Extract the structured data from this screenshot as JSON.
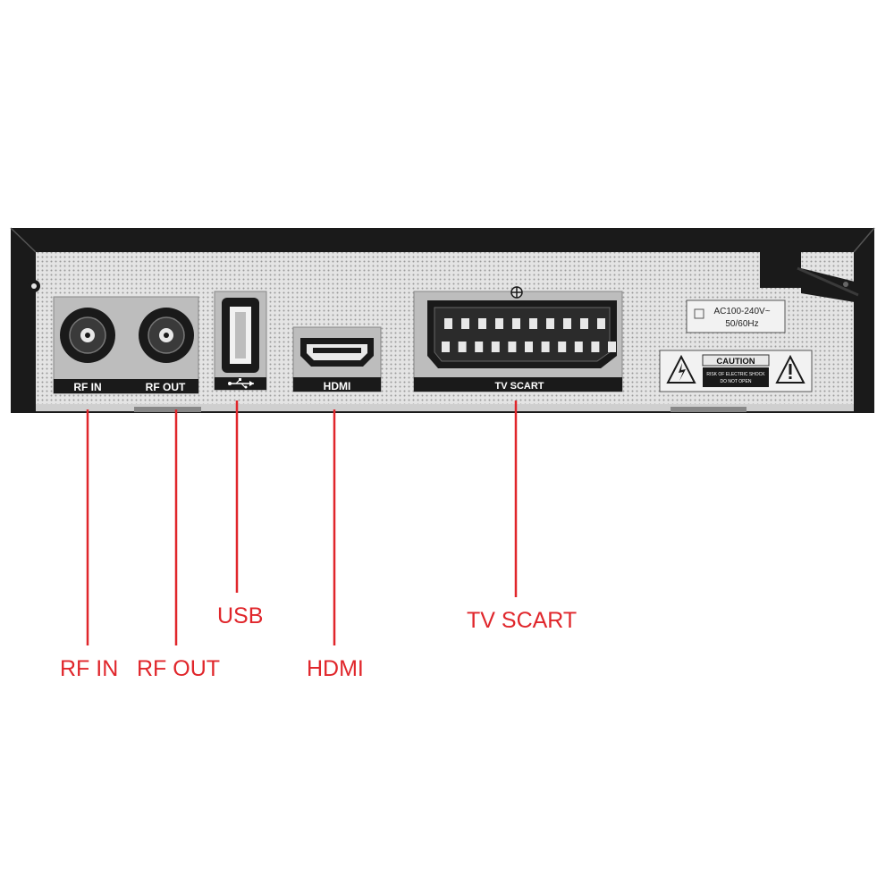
{
  "device": {
    "ports": {
      "rf_in": "RF IN",
      "rf_out": "RF OUT",
      "hdmi": "HDMI",
      "tv_scart": "TV SCART",
      "usb_icon": "usb-icon"
    },
    "power_label": {
      "line1": "AC100-240V~",
      "line2": "50/60Hz"
    },
    "caution": {
      "title": "CAUTION",
      "line1": "RISK OF ELECTRIC SHOCK",
      "line2": "DO NOT OPEN"
    }
  },
  "callouts": {
    "rf_in": "RF IN",
    "rf_out": "RF OUT",
    "usb": "USB",
    "hdmi": "HDMI",
    "tv_scart": "TV SCART"
  },
  "colors": {
    "callout": "#e0262b",
    "panel": "#dcdcdc",
    "frame": "#1a1a1a"
  }
}
